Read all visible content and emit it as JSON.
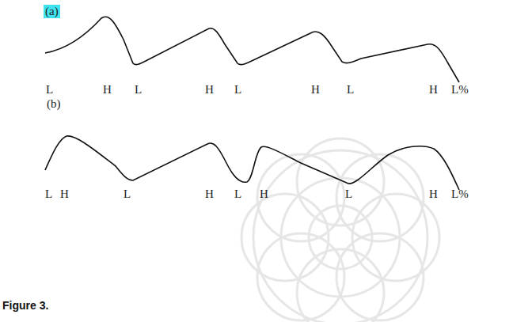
{
  "diagram": {
    "caption": "Figure 3.",
    "labels": [
      "(a)",
      "L",
      "H",
      "L",
      "H",
      "L",
      "H",
      "L",
      "H",
      "L%",
      "(b)",
      "L",
      "H",
      "L",
      "H",
      "L",
      "H",
      "L",
      "H",
      "L%"
    ]
  }
}
